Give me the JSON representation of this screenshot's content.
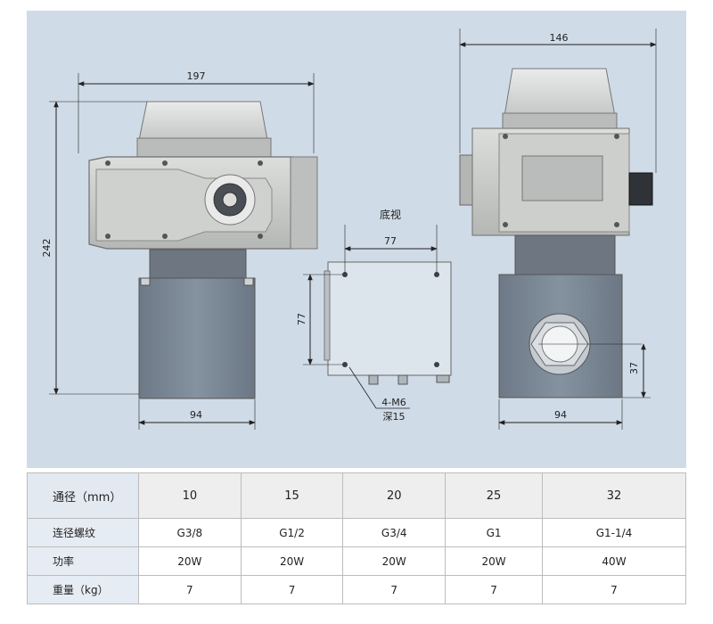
{
  "dimensions": {
    "front_width": "197",
    "front_height": "242",
    "front_base_width": "94",
    "bottom_view_label": "底视",
    "bottom_hole_x": "77",
    "bottom_hole_y": "77",
    "bottom_thread_1": "4-M6",
    "bottom_thread_2": "深15",
    "side_width": "146",
    "side_base_width": "94",
    "side_port_height": "37"
  },
  "table": {
    "header_label": "通径（mm）",
    "sizes": [
      "10",
      "15",
      "20",
      "25",
      "32"
    ],
    "rows": [
      {
        "label": "连径螺纹",
        "values": [
          "G3/8",
          "G1/2",
          "G3/4",
          "G1",
          "G1-1/4"
        ]
      },
      {
        "label": "功率",
        "values": [
          "20W",
          "20W",
          "20W",
          "20W",
          "40W"
        ]
      },
      {
        "label": "重量（kg）",
        "values": [
          "7",
          "7",
          "7",
          "7",
          "7"
        ]
      }
    ]
  },
  "colors": {
    "background": "#cfdbe7",
    "housing": "#c9cbc9",
    "body_block": "#7b8794",
    "dim_line": "#222222"
  }
}
